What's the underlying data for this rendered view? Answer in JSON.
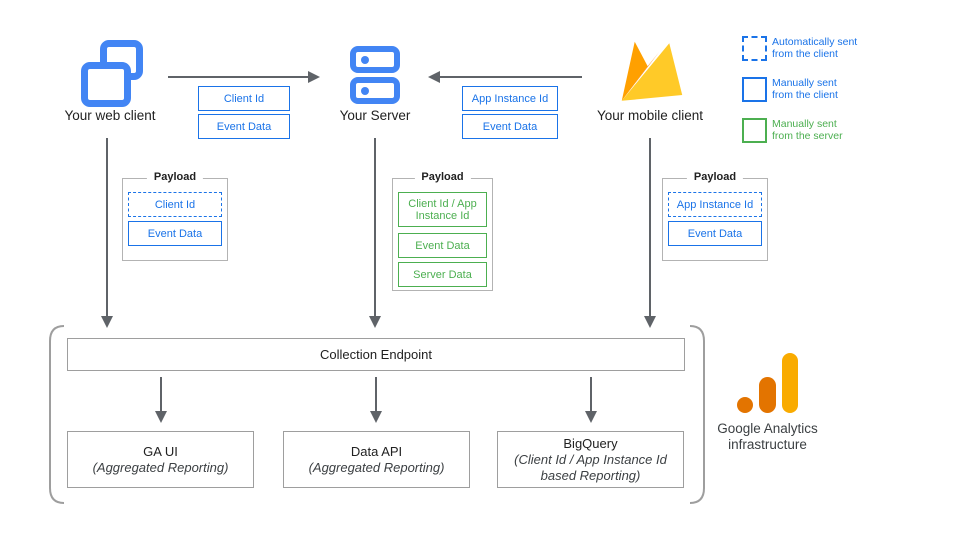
{
  "colors": {
    "accent_blue": "#1a73e8",
    "icon_blue": "#4285F4",
    "accent_green": "#4caf50",
    "arrow_gray": "#5f6368",
    "firebase_yellow": "#FFCA28",
    "firebase_orange": "#FFA000",
    "firebase_dark_orange": "#F57C00",
    "ga_amber": "#F9AB00",
    "ga_orange": "#E37400"
  },
  "nodes": {
    "web_client": {
      "label": "Your web client"
    },
    "server": {
      "label": "Your Server"
    },
    "mobile_client": {
      "label": "Your mobile client"
    }
  },
  "flows": {
    "web_to_server": {
      "items": [
        "Client Id",
        "Event Data"
      ]
    },
    "mobile_to_server": {
      "items": [
        "App Instance Id",
        "Event Data"
      ]
    }
  },
  "payloads": {
    "web": {
      "title": "Payload",
      "items": [
        "Client Id",
        "Event Data"
      ]
    },
    "server": {
      "title": "Payload",
      "items": [
        "Client Id / App Instance Id",
        "Event Data",
        "Server Data"
      ]
    },
    "mobile": {
      "title": "Payload",
      "items": [
        "App Instance Id",
        "Event Data"
      ]
    }
  },
  "legend": {
    "items": [
      {
        "line1": "Automatically sent",
        "line2": "from the client"
      },
      {
        "line1": "Manually sent",
        "line2": "from the client"
      },
      {
        "line1": "Manually sent",
        "line2": "from the server"
      }
    ]
  },
  "infrastructure": {
    "collection_endpoint": "Collection Endpoint",
    "outputs": [
      {
        "title": "GA UI",
        "subtitle": "(Aggregated Reporting)"
      },
      {
        "title": "Data API",
        "subtitle": "(Aggregated Reporting)"
      },
      {
        "title": "BigQuery",
        "subtitle": "(Client Id / App Instance Id based Reporting)"
      }
    ],
    "caption_line1": "Google Analytics",
    "caption_line2": "infrastructure"
  }
}
